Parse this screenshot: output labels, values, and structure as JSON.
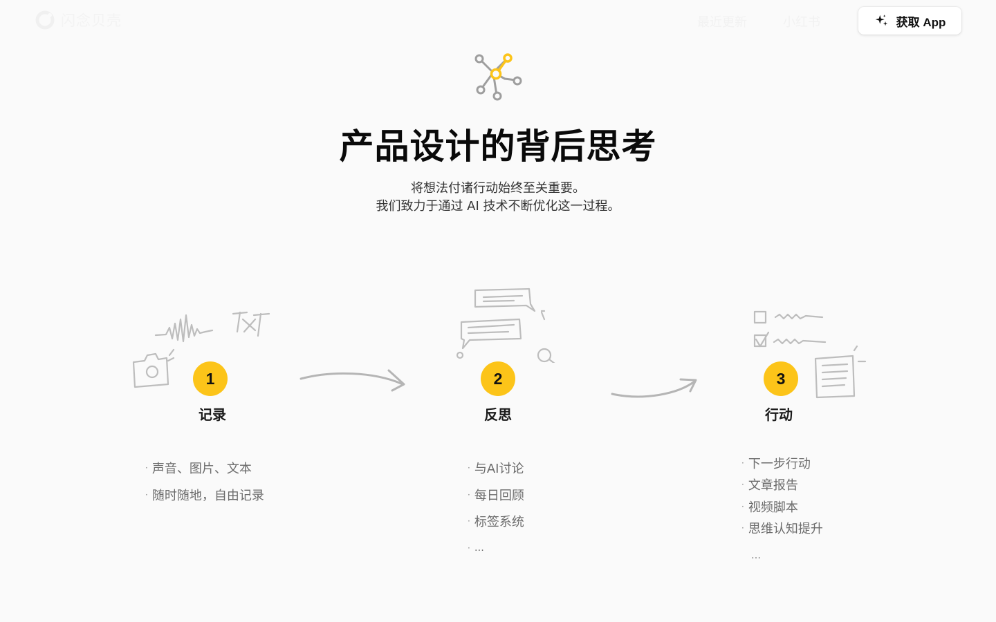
{
  "nav": {
    "brand_name": "闪念贝壳",
    "links": [
      "最近更新",
      "小红书"
    ],
    "cta_label": "获取 App",
    "cta_icon": "sparkle-icon"
  },
  "hero": {
    "icon": "network-nodes-icon",
    "title": "产品设计的背后思考",
    "subtitle_lines": [
      "将想法付诸行动始终至关重要。",
      "我们致力于通过 AI 技术不断优化这一过程。"
    ]
  },
  "steps": [
    {
      "number": "1",
      "label": "记录",
      "bullets": [
        "声音、图片、文本",
        "随时随地，自由记录"
      ]
    },
    {
      "number": "2",
      "label": "反思",
      "bullets": [
        "与AI讨论",
        "每日回顾",
        "标签系统",
        "…"
      ]
    },
    {
      "number": "3",
      "label": "行动",
      "bullets": [
        "下一步行动",
        "文章报告",
        "视频脚本",
        "思维认知提升"
      ],
      "trailing": "…"
    }
  ],
  "colors": {
    "accent": "#fcc419",
    "background": "#fafafa",
    "sketch": "#b9b9b9"
  }
}
